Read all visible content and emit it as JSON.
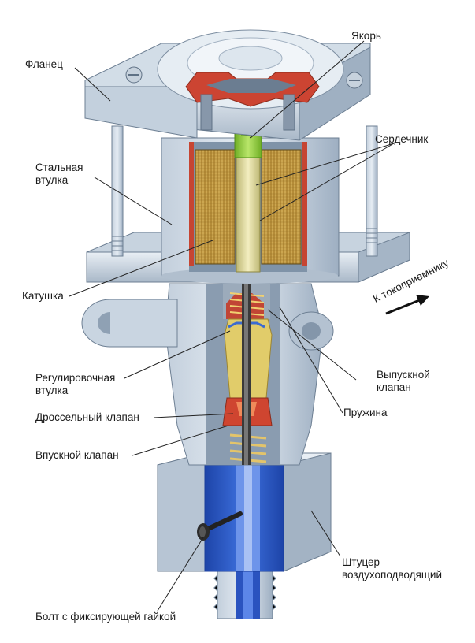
{
  "labels": {
    "flange": "Фланец",
    "anchor": "Якорь",
    "core": "Сердечник",
    "steel_sleeve": [
      "Стальная",
      "втулка"
    ],
    "to_collector": "К токоприемнику",
    "coil": "Катушка",
    "exhaust_valve": [
      "Выпускной",
      "клапан"
    ],
    "adjusting_sleeve": [
      "Регулировочная",
      "втулка"
    ],
    "spring": "Пружина",
    "throttle_valve": "Дроссельный клапан",
    "intake_valve": "Впускной клапан",
    "air_fitting": [
      "Штуцер",
      "воздухоподводящий"
    ],
    "bolt": "Болт с фиксирующей гайкой"
  },
  "colors": {
    "metal_light": "#dbe4ee",
    "metal_mid": "#aebdcc",
    "metal_dark": "#7e8fa2",
    "coil": "#c9a24a",
    "coil_dark": "#8e6a22",
    "anchor_green": "#9ed34a",
    "rod_yellow": "#e8e2a2",
    "red_part": "#d2452f",
    "orange_part": "#e88b3a",
    "blue_fitting": "#2e5fd0",
    "blue_dark": "#1b3f9c"
  }
}
